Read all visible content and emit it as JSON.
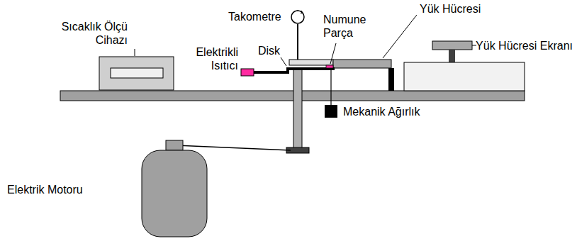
{
  "diagram": {
    "labels": [
      "Yük Hücresi",
      "Takometre",
      "Numune Parça",
      "Sıcaklık Ölçü Cihazı",
      "Disk",
      "Elektrikli Isıtıcı",
      "Yük Hücresi Ekranı",
      "Mekanik Ağırlık",
      "Elektrik Motoru"
    ]
  }
}
